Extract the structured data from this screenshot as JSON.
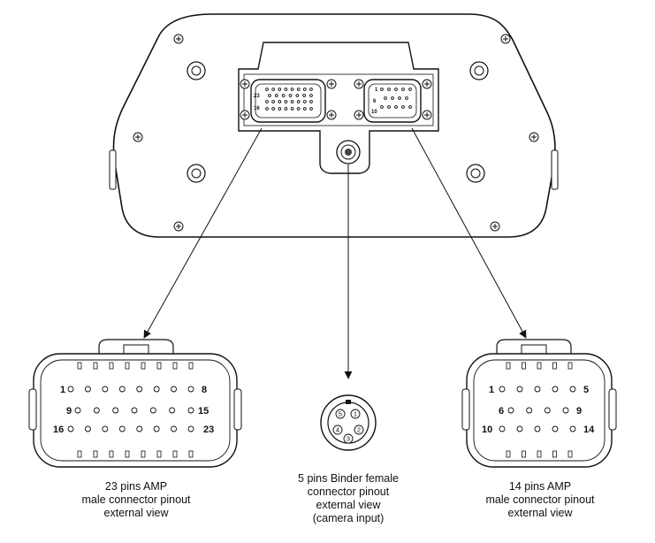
{
  "diagram": {
    "connector_23": {
      "pin_labels": {
        "r1_start": "1",
        "r1_end": "8",
        "r2_start": "9",
        "r2_end": "15",
        "r3_start": "16",
        "r3_end": "23"
      },
      "caption": [
        "23 pins AMP",
        "male connector pinout",
        "external view"
      ]
    },
    "connector_binder": {
      "pin_labels": [
        "1",
        "2",
        "3",
        "4",
        "5"
      ],
      "caption": [
        "5 pins Binder female",
        "connector pinout",
        "external view",
        "(camera input)"
      ]
    },
    "connector_14": {
      "pin_labels": {
        "r1_start": "1",
        "r1_end": "5",
        "r2_start": "6",
        "r2_end": "9",
        "r3_start": "10",
        "r3_end": "14"
      },
      "caption": [
        "14 pins AMP",
        "male connector pinout",
        "external view"
      ]
    },
    "device_small_labels": {
      "left_a": "23",
      "left_b": "16",
      "right_a": "1",
      "right_b": "6",
      "right_c": "10"
    }
  }
}
